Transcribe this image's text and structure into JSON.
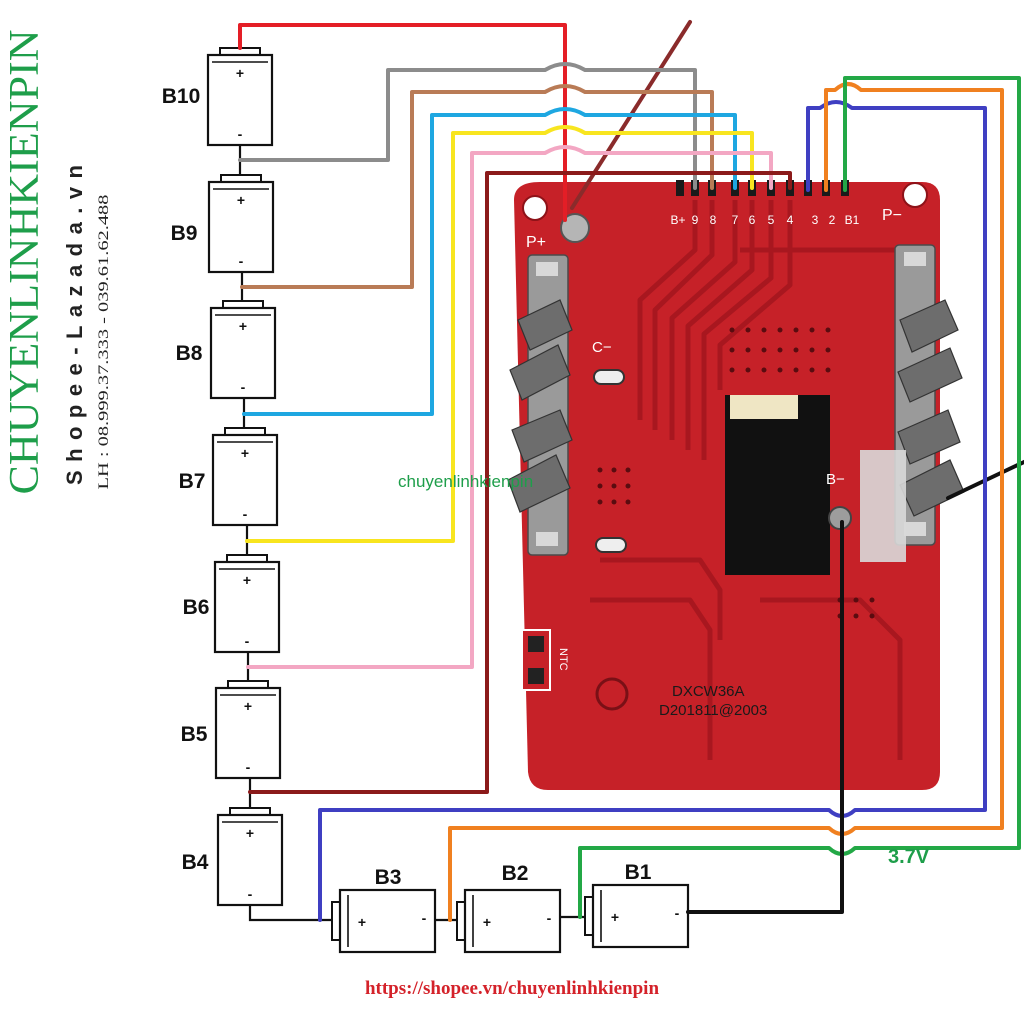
{
  "branding": {
    "brand": "CHUYENLINHKIENPIN",
    "shop": "Shopee-Lazada.vn",
    "contact": "LH : 08.999.37.333 - 039.61.62.488",
    "watermark": "chuyenlinhkienpin",
    "url": "https://shopee.vn/chuyenlinhkienpin"
  },
  "cells": {
    "b10": "B10",
    "b9": "B9",
    "b8": "B8",
    "b7": "B7",
    "b6": "B6",
    "b5": "B5",
    "b4": "B4",
    "b3": "B3",
    "b2": "B2",
    "b1": "B1"
  },
  "polarity": {
    "plus": "+",
    "minus": "-"
  },
  "board": {
    "model": "DXCW36A",
    "date": "D201811@2003",
    "p_plus": "P+",
    "p_minus": "P−",
    "c_minus": "C−",
    "b_minus": "B−",
    "ntc": "NTC",
    "pins": [
      "B+",
      "9",
      "8",
      "7",
      "6",
      "5",
      "4",
      "3",
      "2",
      "B1"
    ]
  },
  "voltage": "3.7V",
  "colors": {
    "board": "#c62128",
    "red": "#e41e26",
    "gray": "#8c8c8c",
    "brown": "#b97b56",
    "sky": "#1ea7e1",
    "yellow": "#f8e51f",
    "pink": "#f3a7c3",
    "darkred": "#8b1a1a",
    "navy": "#3f3fc2",
    "orange": "#f08020",
    "green": "#23a846",
    "black": "#111111",
    "cable": "#8a2b2b"
  }
}
